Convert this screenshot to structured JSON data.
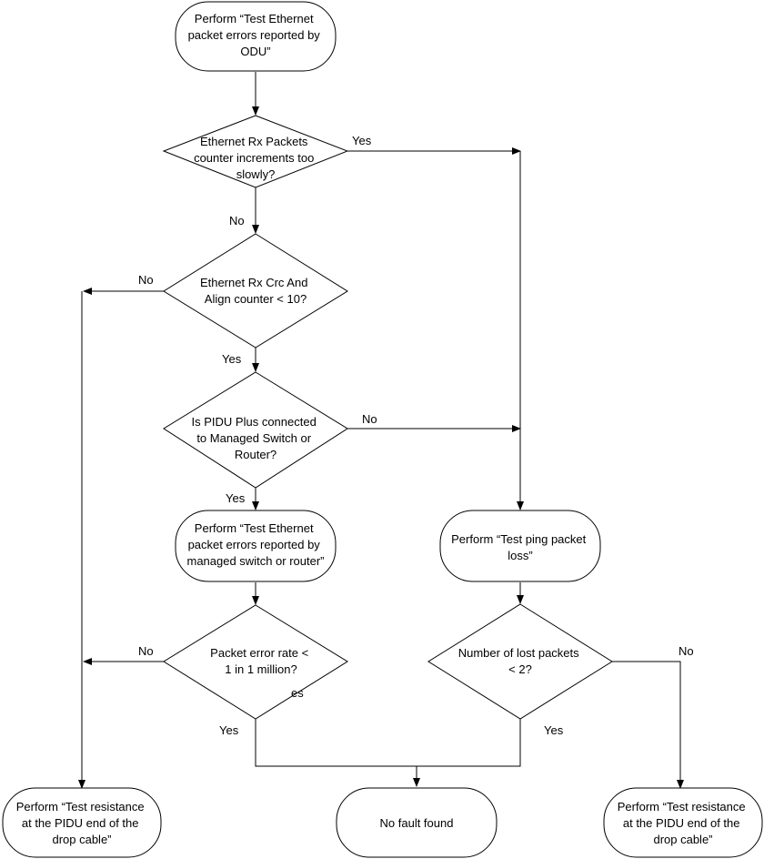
{
  "nodes": {
    "start": [
      "Perform “Test Ethernet",
      "packet errors reported by",
      "ODU”"
    ],
    "d1": [
      "Ethernet Rx Packets",
      "counter increments too",
      "slowly?"
    ],
    "d2": [
      "Ethernet Rx Crc And",
      "Align counter < 10?"
    ],
    "d3": [
      "Is PIDU Plus connected",
      "to Managed Switch or",
      "Router?"
    ],
    "p_switch": [
      "Perform “Test Ethernet",
      "packet errors reported by",
      "managed switch or router”"
    ],
    "d4": [
      "Packet error rate <",
      "1 in 1 million?"
    ],
    "p_ping": [
      "Perform “Test ping packet",
      "loss”"
    ],
    "d5": [
      "Number of lost packets",
      "< 2?"
    ],
    "end_left": [
      "Perform “Test resistance",
      "at the PIDU end of the",
      "drop cable”"
    ],
    "end_mid": [
      "No fault found"
    ],
    "end_right": [
      "Perform “Test resistance",
      "at the PIDU end of the",
      "drop cable”"
    ]
  },
  "edge_labels": {
    "d1_yes": "Yes",
    "d1_no": "No",
    "d2_no": "No",
    "d2_yes": "Yes",
    "d3_no": "No",
    "d3_yes": "Yes",
    "d4_no": "No",
    "d4_yes": "Yes",
    "d5_no": "No",
    "d5_yes": "Yes",
    "stray": "es"
  }
}
